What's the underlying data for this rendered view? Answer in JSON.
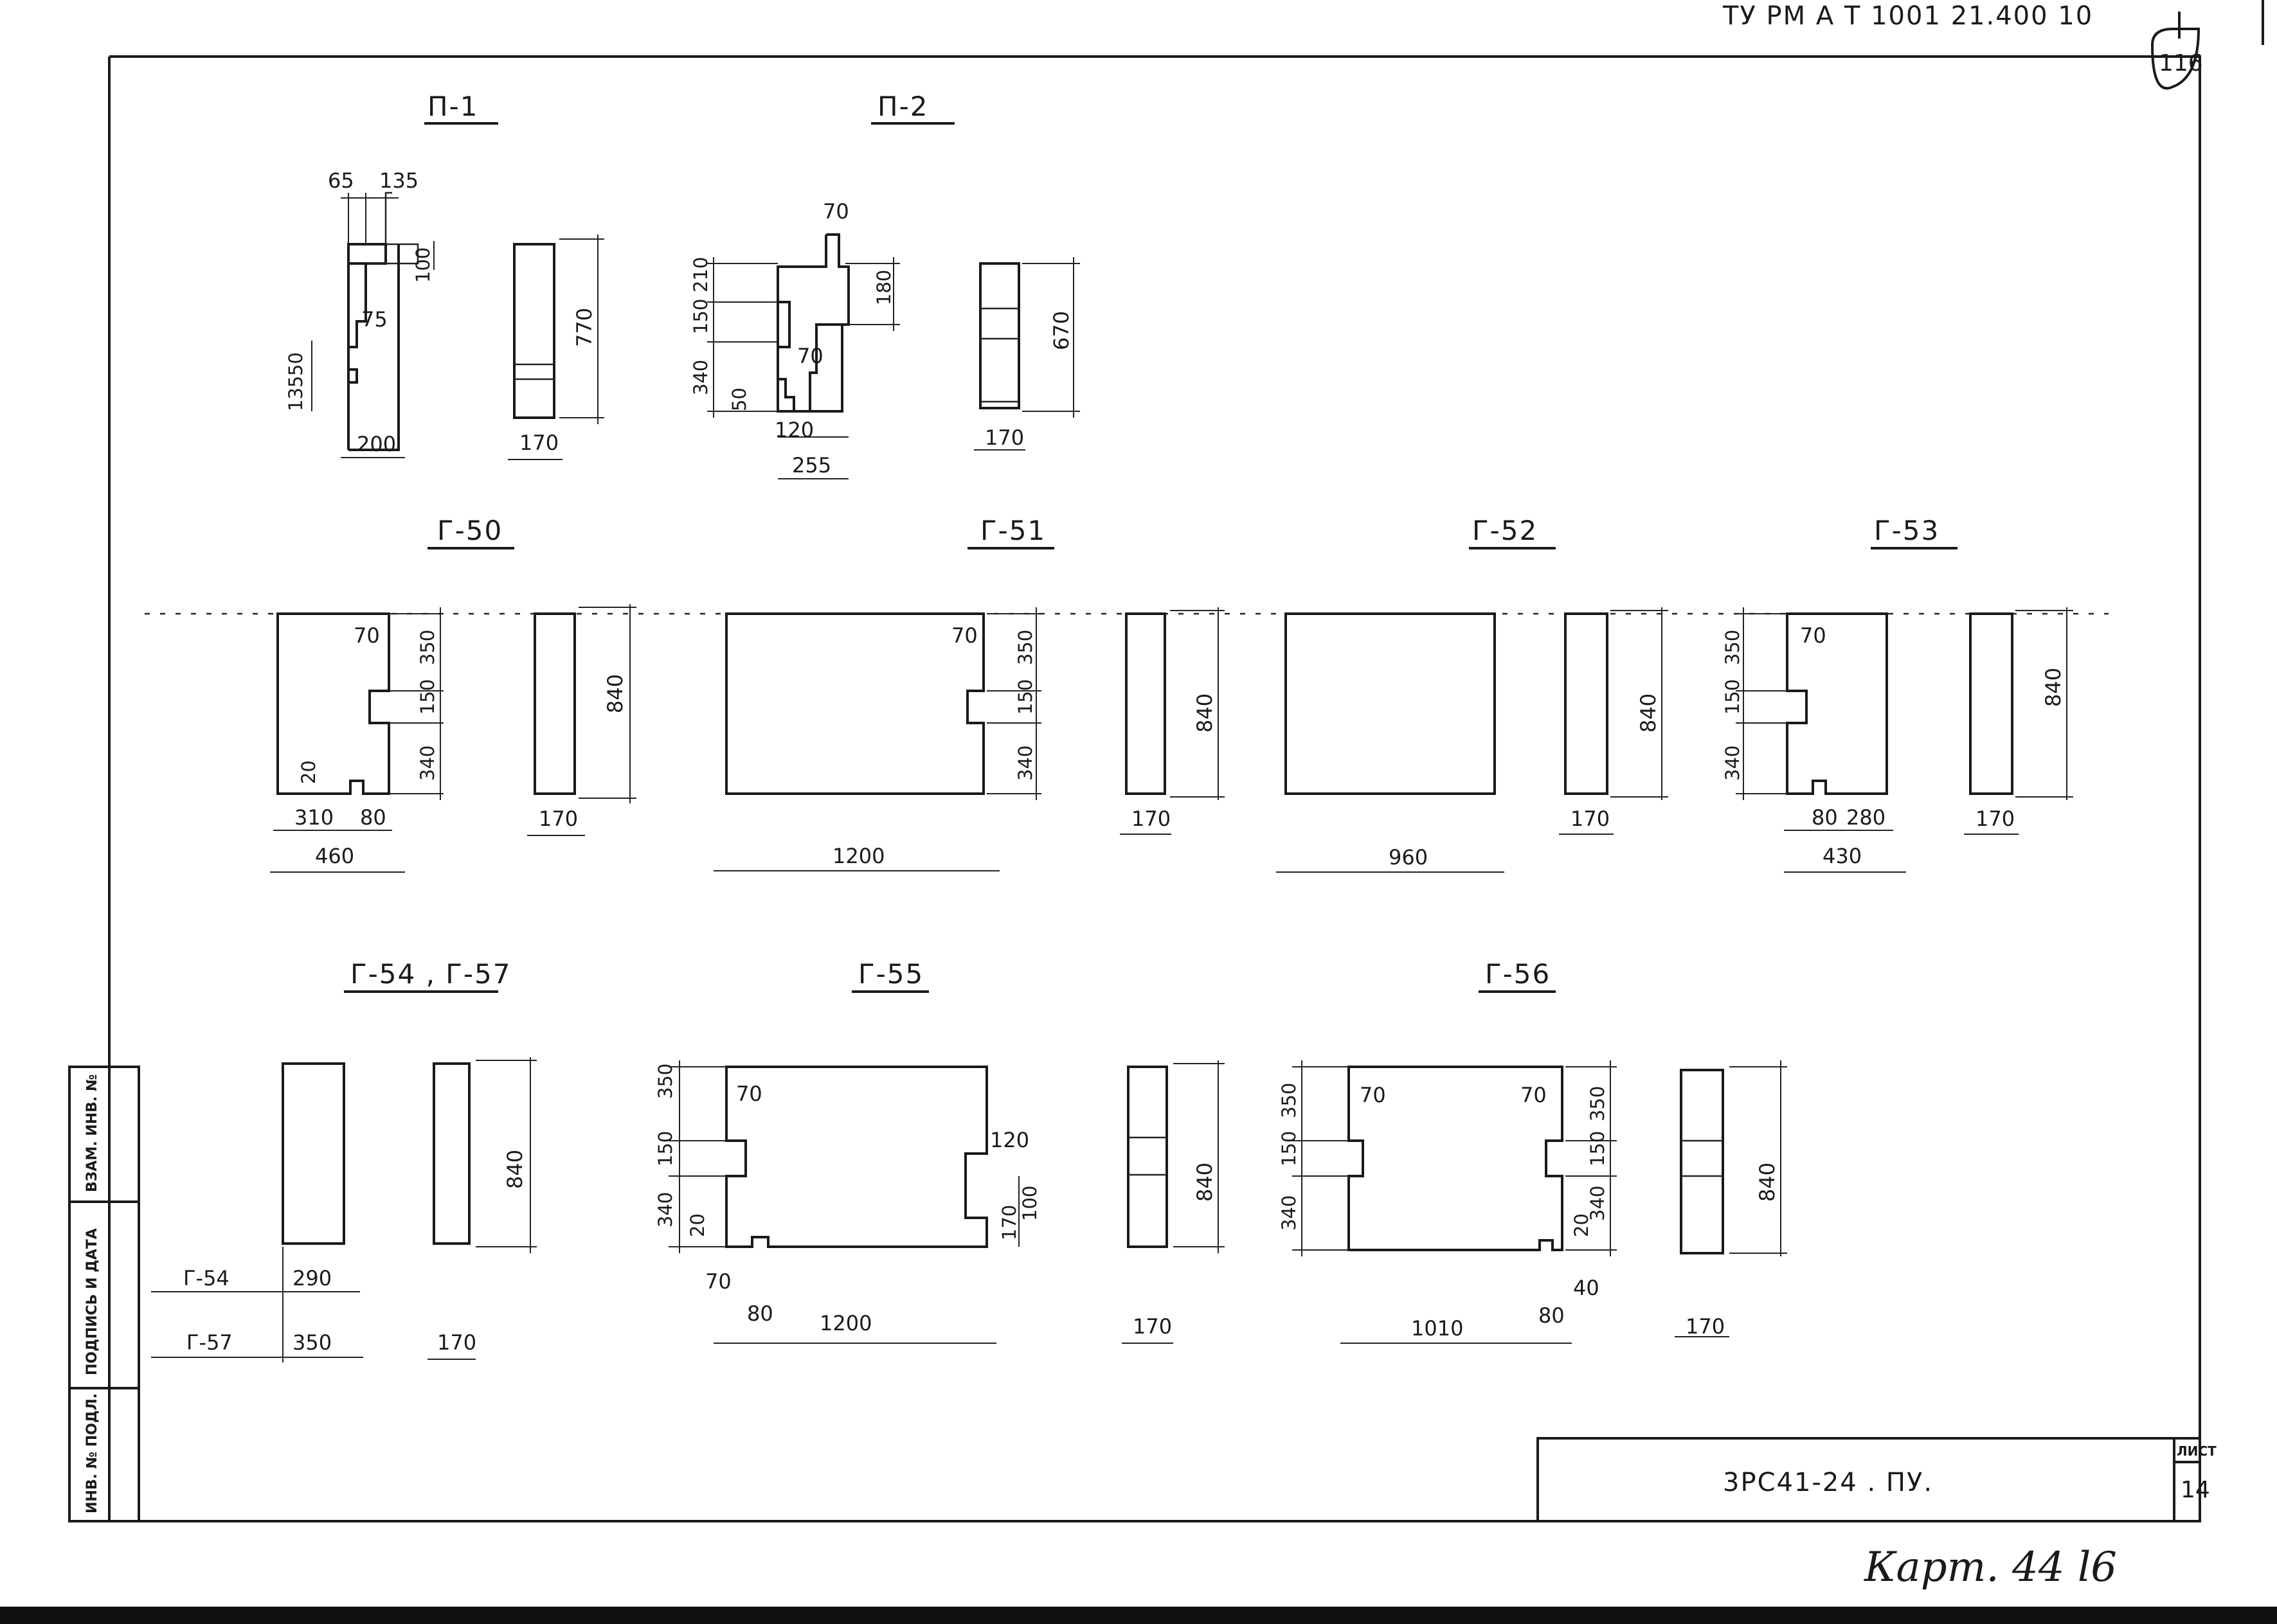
{
  "header": {
    "code_top": "ТУ РМ А Т 1001 21.400 10",
    "sheet_no_top": "116"
  },
  "titles": {
    "p1": "П-1",
    "p2": "П-2",
    "g50": "Г-50",
    "g51": "Г-51",
    "g52": "Г-52",
    "g53": "Г-53",
    "g54": "Г-54 , Г-57",
    "g55": "Г-55",
    "g56": "Г-56"
  },
  "p1": {
    "d_top1": "65",
    "d_top2": "135",
    "d_100": "100",
    "d_75": "75",
    "d_50": "50",
    "d_135": "135",
    "d_200": "200",
    "s_170": "170",
    "s_770": "770"
  },
  "p2": {
    "d_70": "70",
    "d_180": "180",
    "d_210": "210",
    "d_150": "150",
    "d_340": "340",
    "d_70b": "70",
    "d_50": "50",
    "d_120": "120",
    "d_255": "255",
    "s_170": "170",
    "s_670": "670"
  },
  "g50": {
    "d_70": "70",
    "d_350": "350",
    "d_150": "150",
    "d_340": "340",
    "d_20": "20",
    "d_310": "310",
    "d_80": "80",
    "d_460": "460",
    "s_170": "170",
    "s_840": "840"
  },
  "g51": {
    "d_70": "70",
    "d_350": "350",
    "d_150": "150",
    "d_340": "340",
    "d_1200": "1200",
    "s_170": "170",
    "s_840": "840"
  },
  "g52": {
    "d_960": "960",
    "s_170": "170",
    "s_840": "840"
  },
  "g53": {
    "d_350": "350",
    "d_70": "70",
    "d_150": "150",
    "d_340": "340",
    "d_80": "80",
    "d_280": "280",
    "d_430": "430",
    "s_170": "170",
    "s_840": "840"
  },
  "g54": {
    "row1_name": "Г-54",
    "row1_val": "290",
    "row2_name": "Г-57",
    "row2_val": "350",
    "s_170": "170",
    "s_840": "840"
  },
  "g55": {
    "d_350": "350",
    "d_70": "70",
    "d_150": "150",
    "d_340": "340",
    "d_20": "20",
    "d_70b": "70",
    "d_80": "80",
    "d_1200": "1200",
    "d_120": "120",
    "d_100": "100",
    "d_170": "170",
    "s_170": "170",
    "s_840": "840"
  },
  "g56": {
    "d_350": "350",
    "d_70": "70",
    "d_150": "150",
    "d_340": "340",
    "d_70r": "70",
    "d_350r": "350",
    "d_150r": "150",
    "d_340r": "340",
    "d_20": "20",
    "d_40": "40",
    "d_80": "80",
    "d_1010": "1010",
    "s_170": "170",
    "s_840": "840"
  },
  "stamp": {
    "col1": "ИНВ. № ПОДЛ.",
    "col2": "ПОДПИСЬ И ДАТА",
    "col3": "ВЗАМ. ИНВ. №"
  },
  "title_block": {
    "doc_code": "3РС41-24 . ПУ.",
    "sheet_label": "ЛИСТ",
    "sheet_num": "14"
  },
  "footer": {
    "handwritten": "Карт. 44 l6"
  }
}
